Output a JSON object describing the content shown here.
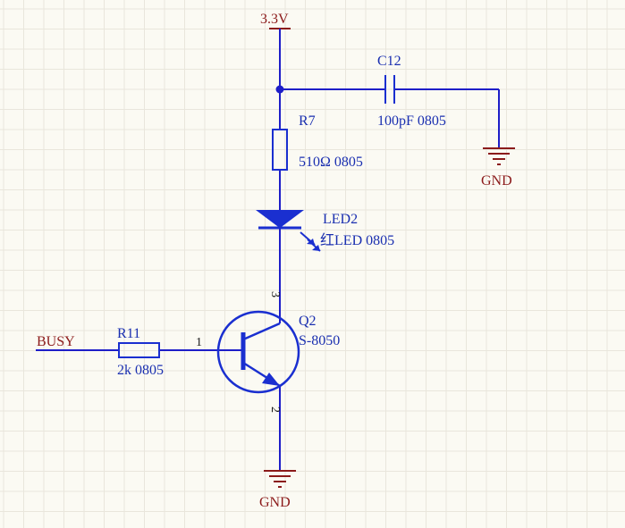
{
  "colors": {
    "background": "#fbfaf3",
    "grid": "#e9e6dc",
    "wire": "#1e1ec8",
    "component": "#1a2fd0",
    "net_label": "#8b1a1a",
    "designator": "#1a2fb0"
  },
  "power": {
    "vcc_label": "3.3V",
    "gnd_cap_label": "GND",
    "gnd_q_label": "GND"
  },
  "net": {
    "busy_label": "BUSY"
  },
  "capacitor": {
    "designator": "C12",
    "value": "100pF 0805"
  },
  "r7": {
    "designator": "R7",
    "value": "510Ω 0805"
  },
  "led": {
    "designator": "LED2",
    "value_cn": "红",
    "value": "LED 0805"
  },
  "transistor": {
    "designator": "Q2",
    "value": "S-8050",
    "pin_collector": "3",
    "pin_base": "1",
    "pin_emitter": "2"
  },
  "r11": {
    "designator": "R11",
    "value": "2k 0805"
  }
}
